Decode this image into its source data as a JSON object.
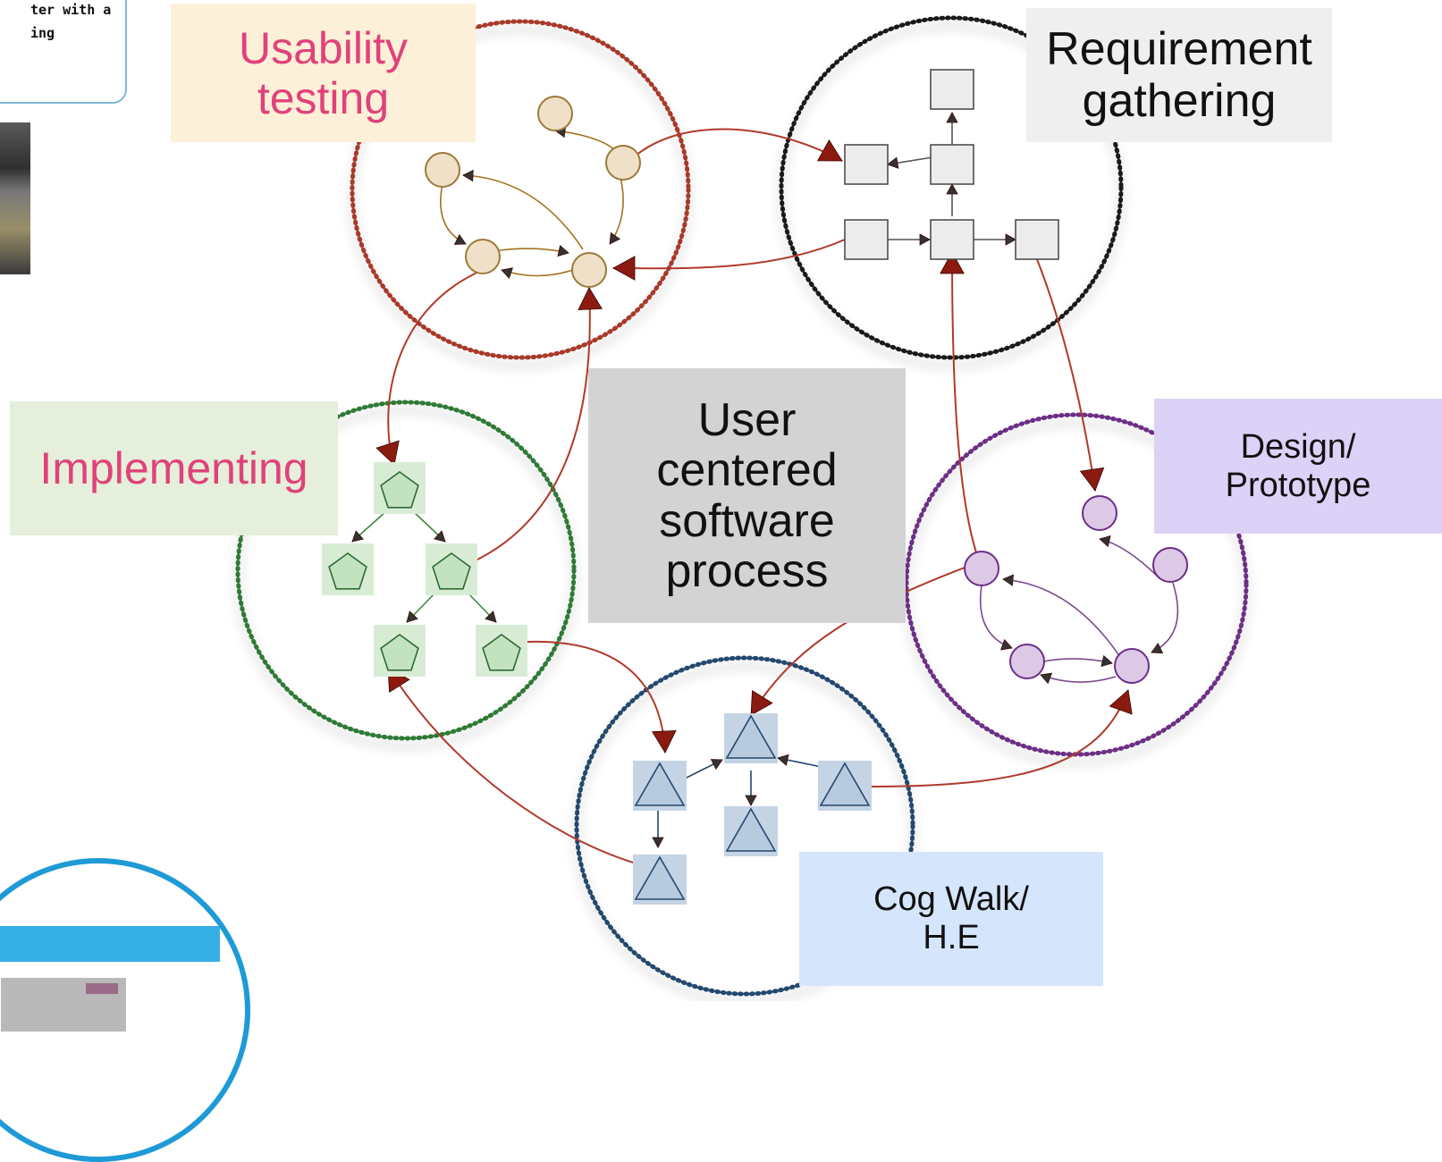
{
  "labels": {
    "usability": [
      "Usability",
      "testing"
    ],
    "requirement": [
      "Requirement",
      "gathering"
    ],
    "implementing": [
      "Implementing"
    ],
    "center": [
      "User",
      "centered",
      "software",
      "process"
    ],
    "design": [
      "Design/",
      "Prototype"
    ],
    "cog_walk": [
      "Cog Walk/",
      "H.E"
    ]
  },
  "note_text": "ter with a\ning",
  "colors": {
    "usability_ring": "#a83a2a",
    "requirement_ring": "#1a1a1a",
    "implementing_ring": "#2f7a36",
    "design_ring": "#6c2f86",
    "cogwalk_ring": "#24486e",
    "connector": "#b0392b",
    "arrowhead": "#8b1a10",
    "usability_node": "#f1e0c8",
    "requirement_node": "#ececec",
    "implementing_node": "#cfe8cf",
    "design_node": "#ddc8e6",
    "cogwalk_node": "#c7d6e6",
    "label_pink": "#e0427a"
  },
  "icons": {
    "usability_nodes": "circle",
    "requirement_nodes": "square",
    "implementing_nodes": "pentagon",
    "design_nodes": "circle",
    "cogwalk_nodes": "triangle"
  }
}
